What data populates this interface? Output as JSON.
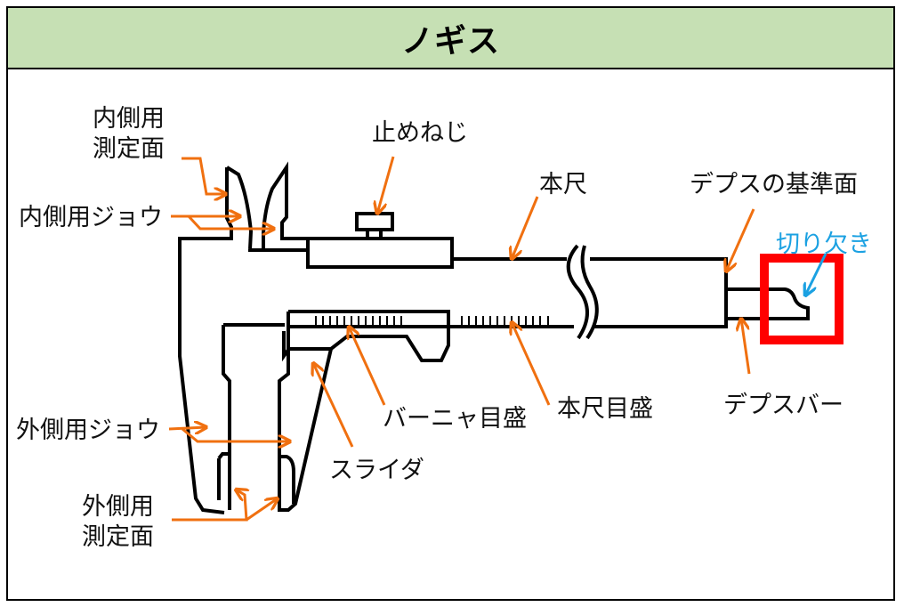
{
  "title": "ノギス",
  "colors": {
    "header_bg": "#c6e0b4",
    "line": "#000000",
    "arrow": "#f07010",
    "highlight_box": "#ff0000",
    "callout_text": "#1ba1e2"
  },
  "labels": {
    "inner_measuring_face_l1": "内側用",
    "inner_measuring_face_l2": "測定面",
    "inner_jaw": "内側用ジョウ",
    "lock_screw": "止めねじ",
    "main_scale": "本尺",
    "depth_reference_face": "デプスの基準面",
    "notch": "切り欠き",
    "vernier_scale": "バーニャ目盛",
    "main_scale_graduation": "本尺目盛",
    "depth_bar": "デプスバー",
    "outer_jaw": "外側用ジョウ",
    "slider": "スライダ",
    "outer_measuring_face_l1": "外側用",
    "outer_measuring_face_l2": "測定面"
  }
}
